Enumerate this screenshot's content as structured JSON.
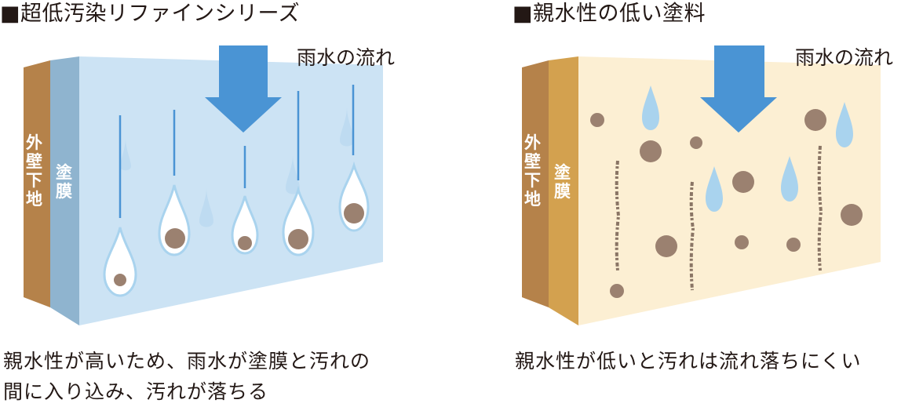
{
  "left_panel": {
    "heading": "■超低汚染リファインシリーズ",
    "flow_label": "雨水の流れ",
    "substrate_label": [
      "外",
      "壁",
      "下",
      "地"
    ],
    "coating_label": [
      "塗",
      "膜"
    ],
    "caption_line1": "親水性が高いため、雨水が塗膜と汚れの",
    "caption_line2": "間に入り込み、汚れが落ちる"
  },
  "right_panel": {
    "heading": "■親水性の低い塗料",
    "flow_label": "雨水の流れ",
    "substrate_label": [
      "外",
      "壁",
      "下",
      "地"
    ],
    "coating_label": [
      "塗",
      "膜"
    ],
    "caption_line1": "親水性が低いと汚れは流れ落ちにくい"
  },
  "colors": {
    "substrate": "#b5824a",
    "left_coating_side": "#8fb4cf",
    "left_face": "#cce3f4",
    "right_coating_side": "#d3a14f",
    "right_face": "#fcefd3",
    "arrow": "#4a94d4",
    "drop": "#a9d3ee",
    "dirt": "#9b8170"
  }
}
